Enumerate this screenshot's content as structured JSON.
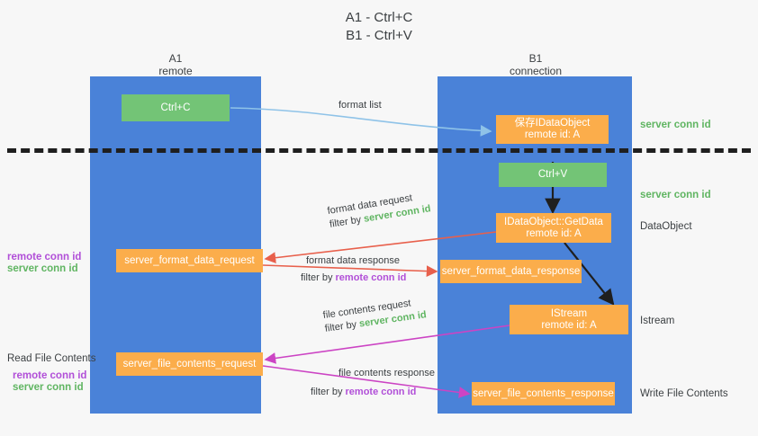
{
  "title": {
    "line1": "A1 - Ctrl+C",
    "line2": "B1 - Ctrl+V"
  },
  "columns": [
    {
      "name": "A1",
      "sub": "remote"
    },
    {
      "name": "B1",
      "sub": "connection"
    }
  ],
  "nodes": {
    "ctrl_c": "Ctrl+C",
    "save_dataobject_l1": "保存IDataObject",
    "save_dataobject_l2": "remote id: A",
    "ctrl_v": "Ctrl+V",
    "getdata_l1": "IDataObject::GetData",
    "getdata_l2": "remote id: A",
    "istream_l1": "IStream",
    "istream_l2": "remote id: A",
    "server_format_data_request": "server_format_data_request",
    "server_format_data_response": "server_format_data_response",
    "server_file_contents_request": "server_file_contents_request",
    "server_file_contents_response": "server_file_contents_response"
  },
  "right_labels": {
    "server_conn_id_top": "server conn id",
    "server_conn_id_mid": "server conn id",
    "dataobject": "DataObject",
    "istream": "Istream",
    "write_file_contents": "Write File Contents"
  },
  "left_labels": {
    "remote_conn_id_1": "remote conn id",
    "server_conn_id_1": "server conn id",
    "read_file_contents": "Read File Contents",
    "remote_conn_id_2": "remote conn id",
    "server_conn_id_2": "server conn id"
  },
  "edges": {
    "format_list": "format list",
    "format_data_request": "format data request",
    "format_data_request_filter_pre": "filter by ",
    "format_data_request_filter_kw": "server conn id",
    "format_data_response": "format data response",
    "format_data_response_filter_pre": "filter by ",
    "format_data_response_filter_kw": "remote conn id",
    "file_contents_request": "file contents request",
    "file_contents_request_filter_pre": "filter by ",
    "file_contents_request_filter_kw": "server conn id",
    "file_contents_response": "file contents response",
    "file_contents_response_filter_pre": "filter by ",
    "file_contents_response_filter_kw": "remote conn id"
  },
  "colors": {
    "lane": "#4a82d8",
    "node_orange": "#fbad4b",
    "node_green": "#73c476",
    "accent_green": "#60b562",
    "accent_purple": "#b14fd8",
    "arrow_red": "#e8604c",
    "arrow_magenta": "#cc44c4",
    "arrow_blue": "#8fc3e8",
    "arrow_black": "#1f1f1f",
    "background": "#f7f7f7"
  }
}
